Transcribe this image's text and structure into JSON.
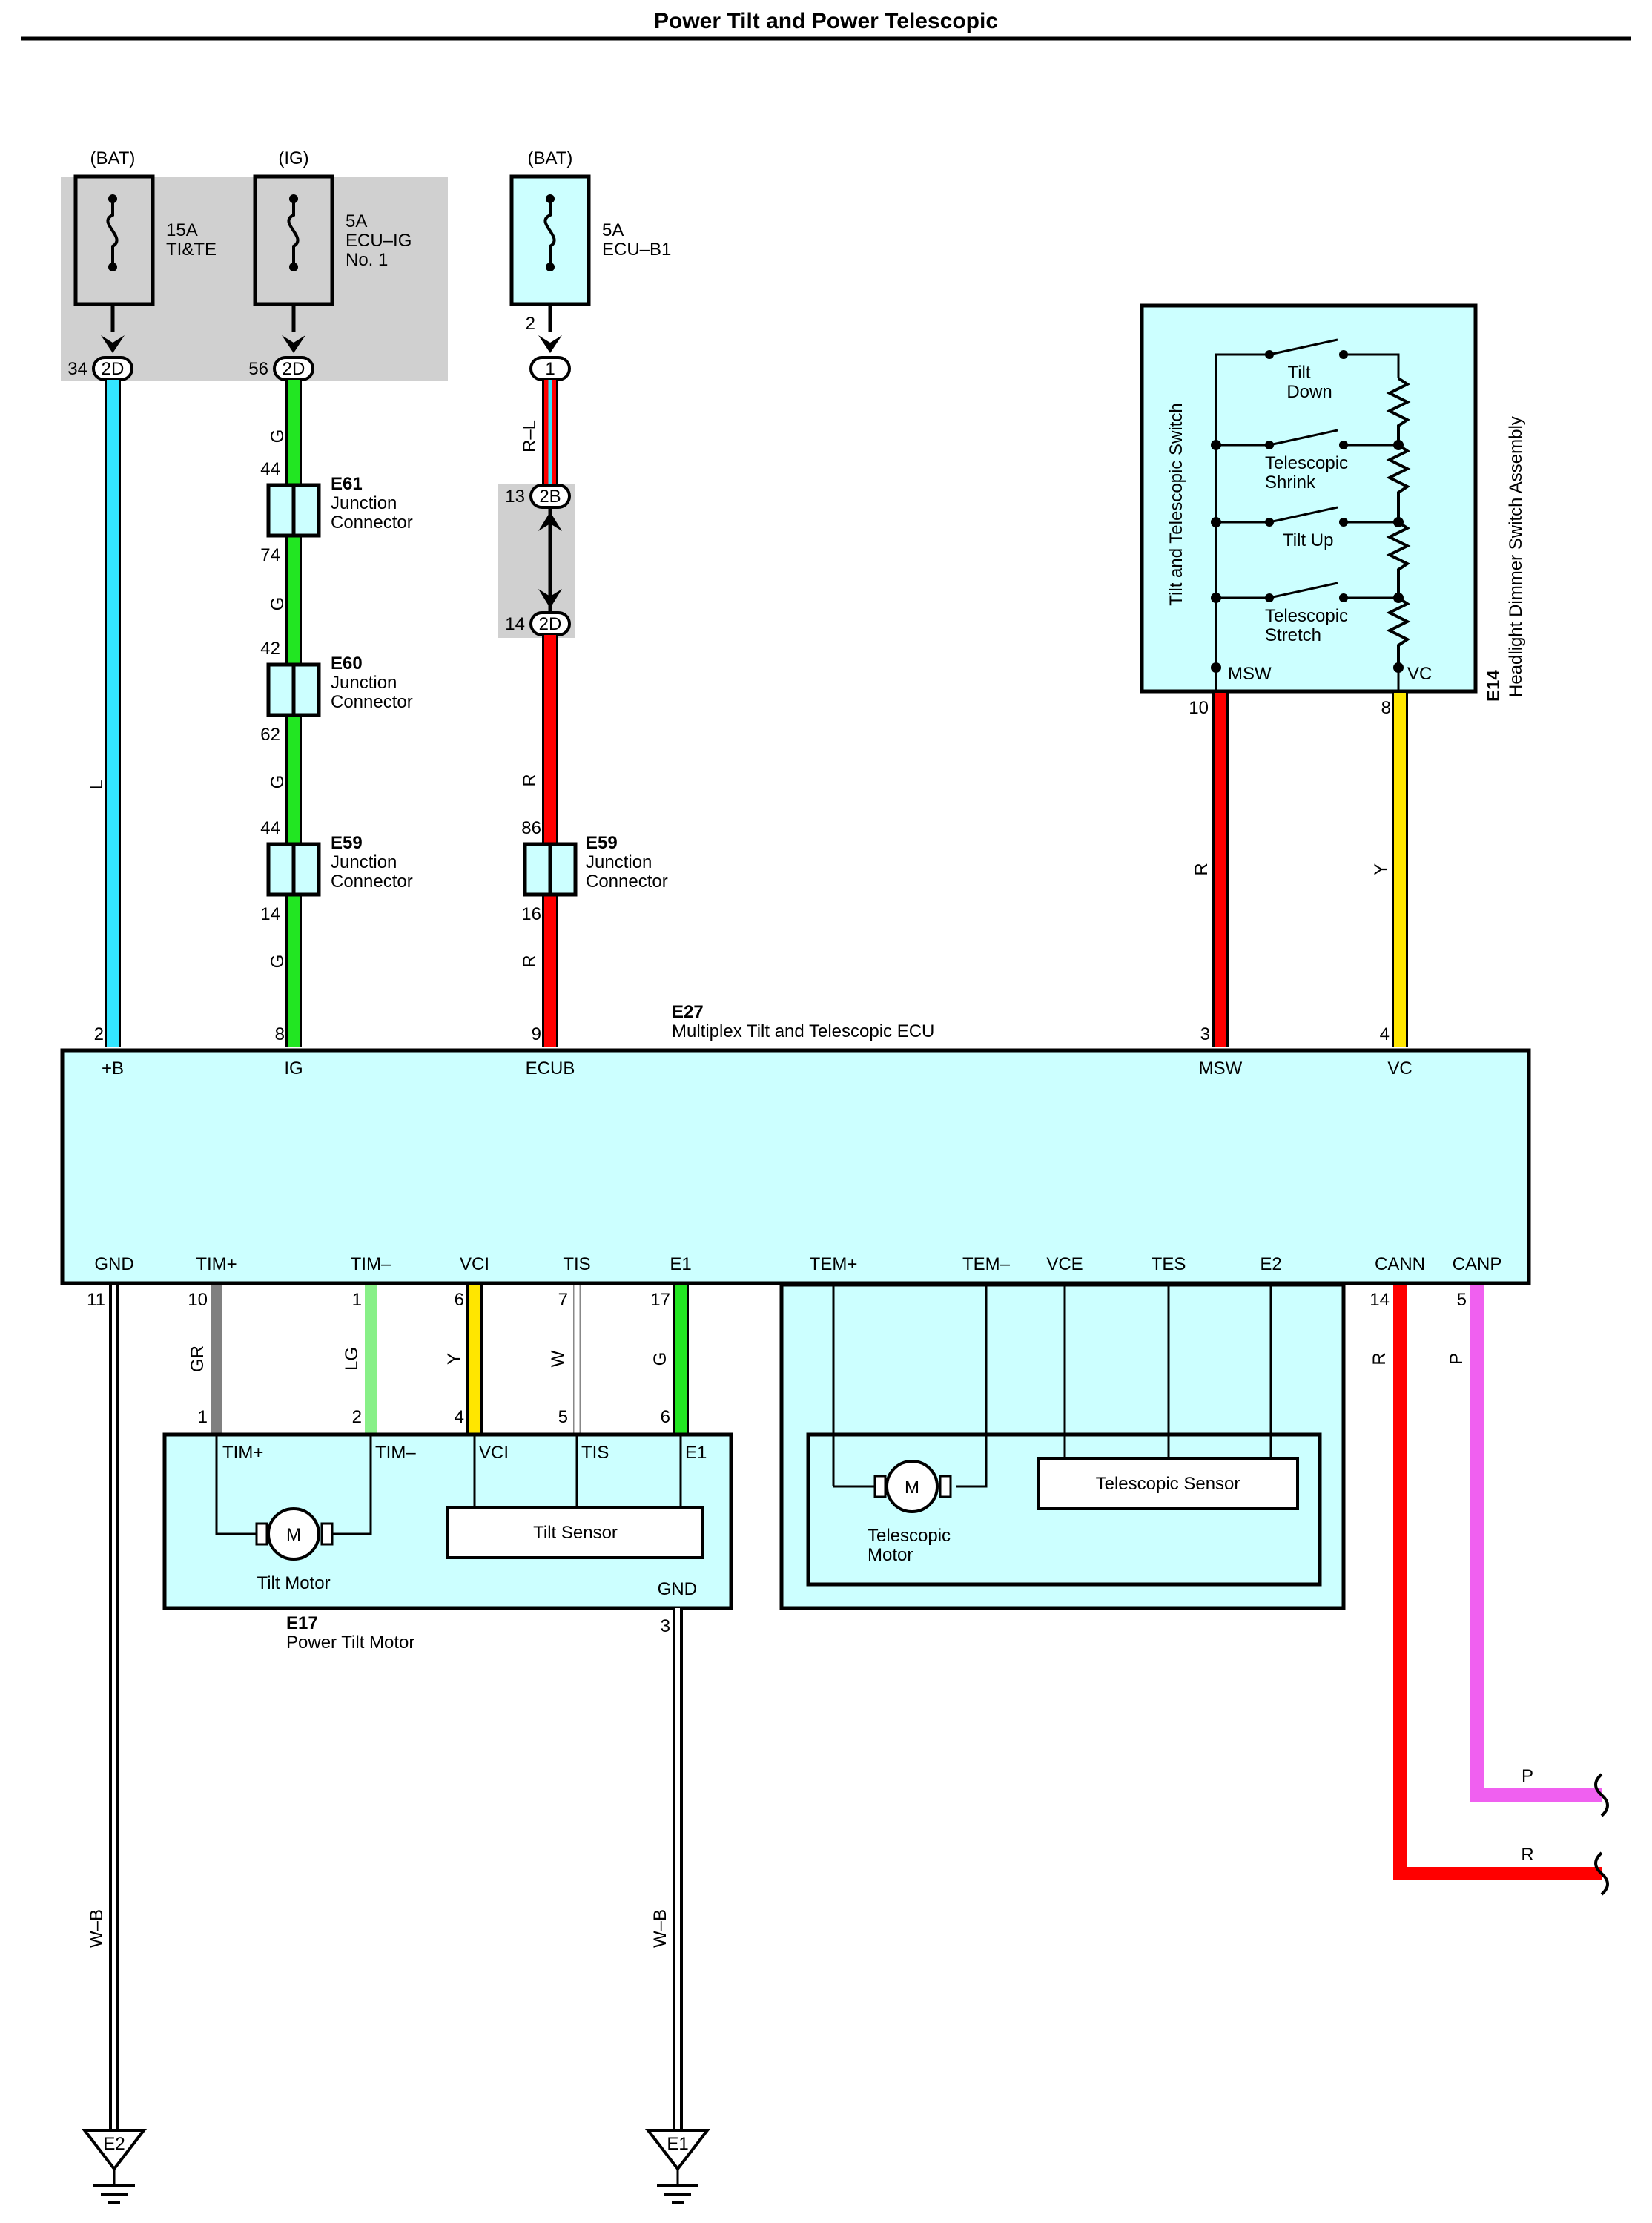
{
  "title": "Power Tilt and Power Telescopic",
  "power_sources": [
    {
      "source": "(BAT)",
      "rating": "15A",
      "name": "TI&TE",
      "name2": "",
      "connector": "2D",
      "pin_top": "",
      "pin": "34"
    },
    {
      "source": "(IG)",
      "rating": "5A",
      "name": "ECU–IG",
      "name2": "No. 1",
      "connector": "2D",
      "pin_top": "",
      "pin": "56"
    },
    {
      "source": "(BAT)",
      "rating": "5A",
      "name": "ECU–B1",
      "name2": "",
      "connector": "1",
      "pin_top": "2",
      "pin": ""
    }
  ],
  "inline_connector": {
    "top_code": "2B",
    "top_pin": "13",
    "bottom_code": "2D",
    "bottom_pin": "14"
  },
  "junction_connectors": [
    {
      "id": "E61",
      "name": "Junction",
      "name2": "Connector",
      "pin_in": "44",
      "pin_out": "74"
    },
    {
      "id": "E60",
      "name": "Junction",
      "name2": "Connector",
      "pin_in": "42",
      "pin_out": "62"
    },
    {
      "id": "E59",
      "name": "Junction",
      "name2": "Connector",
      "pin_in": "44",
      "pin_out": "14"
    },
    {
      "id": "E59",
      "name": "Junction",
      "name2": "Connector",
      "pin_in": "86",
      "pin_out": "16"
    }
  ],
  "wire_labels": {
    "bat_l": "L",
    "ig_g1": "G",
    "ig_g2": "G",
    "ig_g3": "G",
    "ig_g4": "G",
    "ecub_rl": "R–L",
    "ecub_r1": "R",
    "ecub_r2": "R",
    "msw_r": "R",
    "vc_y": "Y",
    "tim_plus": "GR",
    "tim_minus": "LG",
    "vci": "Y",
    "tis": "W",
    "e1": "G",
    "cann": "R",
    "canp": "P",
    "gnd1": "W–B",
    "gnd2": "W–B",
    "out_p": "P",
    "out_r": "R"
  },
  "colors": {
    "L": "#33e6ff",
    "G": "#22e622",
    "R": "#ff0000",
    "Y": "#ffe600",
    "GR": "#808080",
    "LG": "#88f088",
    "W": "#ffffff",
    "P": "#f060f0",
    "WB": "#ffffff",
    "RL_stripe": "#33e6ff"
  },
  "ecu": {
    "id": "E27",
    "name": "Multiplex Tilt and Telescopic ECU",
    "top_pins": [
      {
        "label": "+B",
        "num": "2"
      },
      {
        "label": "IG",
        "num": "8"
      },
      {
        "label": "ECUB",
        "num": "9"
      },
      {
        "label": "MSW",
        "num": "3"
      },
      {
        "label": "VC",
        "num": "4"
      }
    ],
    "bottom_pins": [
      {
        "label": "GND",
        "num": "11"
      },
      {
        "label": "TIM+",
        "num": "10"
      },
      {
        "label": "TIM–",
        "num": "1"
      },
      {
        "label": "VCI",
        "num": "6"
      },
      {
        "label": "TIS",
        "num": "7"
      },
      {
        "label": "E1",
        "num": "17"
      },
      {
        "label": "TEM+",
        "num": ""
      },
      {
        "label": "TEM–",
        "num": ""
      },
      {
        "label": "VCE",
        "num": ""
      },
      {
        "label": "TES",
        "num": ""
      },
      {
        "label": "E2",
        "num": ""
      },
      {
        "label": "CANN",
        "num": "14"
      },
      {
        "label": "CANP",
        "num": "5"
      }
    ]
  },
  "switch_assembly": {
    "id": "E14",
    "name": "Headlight Dimmer Switch Assembly",
    "sub": "Tilt and Telescopic Switch",
    "switches": [
      {
        "l1": "Tilt",
        "l2": "Down"
      },
      {
        "l1": "Telescopic",
        "l2": "Shrink"
      },
      {
        "l1": "Tilt Up",
        "l2": ""
      },
      {
        "l1": "Telescopic",
        "l2": "Stretch"
      }
    ],
    "pins": [
      {
        "label": "MSW",
        "num": "10"
      },
      {
        "label": "VC",
        "num": "8"
      }
    ]
  },
  "tilt_motor": {
    "id": "E17",
    "name": "Power Tilt Motor",
    "pins": [
      {
        "label": "TIM+",
        "num": "1"
      },
      {
        "label": "TIM–",
        "num": "2"
      },
      {
        "label": "VCI",
        "num": "4"
      },
      {
        "label": "TIS",
        "num": "5"
      },
      {
        "label": "E1",
        "num": "6"
      }
    ],
    "motor_symbol": "M",
    "motor_label": "Tilt Motor",
    "sensor_label": "Tilt Sensor",
    "gnd_label": "GND",
    "gnd_num": "3"
  },
  "telescopic_unit": {
    "motor_symbol": "M",
    "motor_label": "Telescopic",
    "motor_label2": "Motor",
    "sensor_label": "Telescopic Sensor"
  },
  "grounds": [
    {
      "label": "E2"
    },
    {
      "label": "E1"
    }
  ]
}
